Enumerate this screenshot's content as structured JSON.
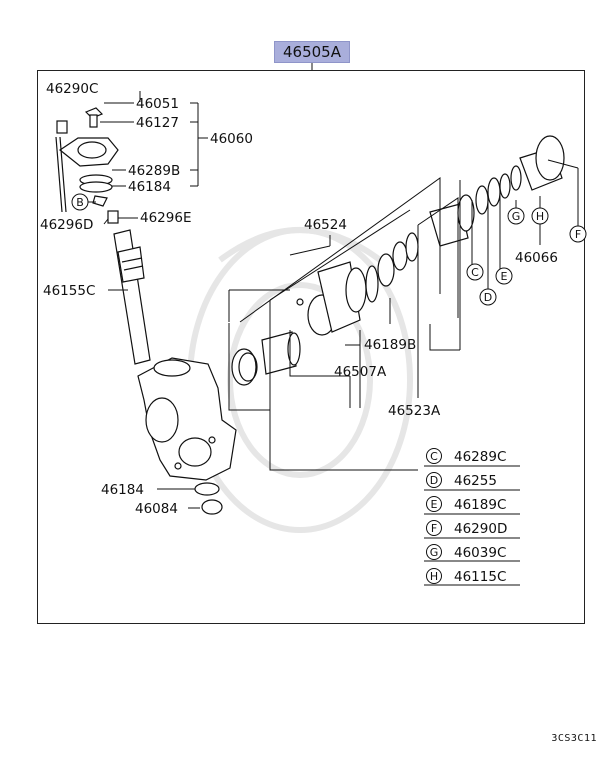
{
  "assembly_number": "46505A",
  "diagram_code": "3CS3C11",
  "callouts": {
    "c46290C": "46290C",
    "c46051": "46051",
    "c46127": "46127",
    "c46060": "46060",
    "c46289B": "46289B",
    "c46184a": "46184",
    "c46296D": "46296D",
    "c46296E": "46296E",
    "c46155C": "46155C",
    "c46524": "46524",
    "c46189B": "46189B",
    "c46507A": "46507A",
    "c46523A": "46523A",
    "c46066": "46066",
    "c46184b": "46184",
    "c46084": "46084"
  },
  "letters": {
    "B": "B",
    "C": "C",
    "D": "D",
    "E": "E",
    "F": "F",
    "G": "G",
    "H": "H"
  },
  "legend": [
    {
      "letter": "C",
      "part": "46289C"
    },
    {
      "letter": "D",
      "part": "46255"
    },
    {
      "letter": "E",
      "part": "46189C"
    },
    {
      "letter": "F",
      "part": "46290D"
    },
    {
      "letter": "G",
      "part": "46039C"
    },
    {
      "letter": "H",
      "part": "46115C"
    }
  ],
  "colors": {
    "title_highlight": "#a9aedb",
    "line": "#111111"
  }
}
